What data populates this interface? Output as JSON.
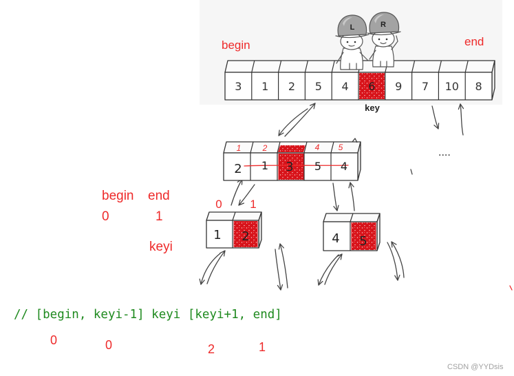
{
  "top": {
    "begin_label": "begin",
    "end_label": "end",
    "key_label": "key",
    "ellipsis": "....",
    "helmet_left": "L",
    "helmet_right": "R",
    "cells": [
      "3",
      "1",
      "2",
      "5",
      "4",
      "6",
      "9",
      "7",
      "10",
      "8"
    ]
  },
  "level2": {
    "cells": [
      "2",
      "1",
      "3",
      "5",
      "4"
    ],
    "index_marks": [
      "1",
      "2",
      "4",
      "5"
    ]
  },
  "notes": {
    "begin_label": "begin",
    "end_label": "end",
    "begin_value": "0",
    "end_value": "1",
    "keyi_label": "keyi"
  },
  "level3": {
    "index_labels": [
      "0",
      "1"
    ],
    "left_cells": [
      "1",
      "2"
    ],
    "right_cells": [
      "4",
      "5"
    ]
  },
  "comment": "// [begin, keyi-1] keyi [keyi+1, end]",
  "bottom_values": [
    "0",
    "0",
    "2",
    "1"
  ],
  "watermark": "CSDN @YYDsis",
  "colors": {
    "annotation": "#ee2a2a",
    "highlight": "#d9141b",
    "comment": "#1f8a1f",
    "ink": "#333333",
    "watermark": "#a0a0a0"
  }
}
